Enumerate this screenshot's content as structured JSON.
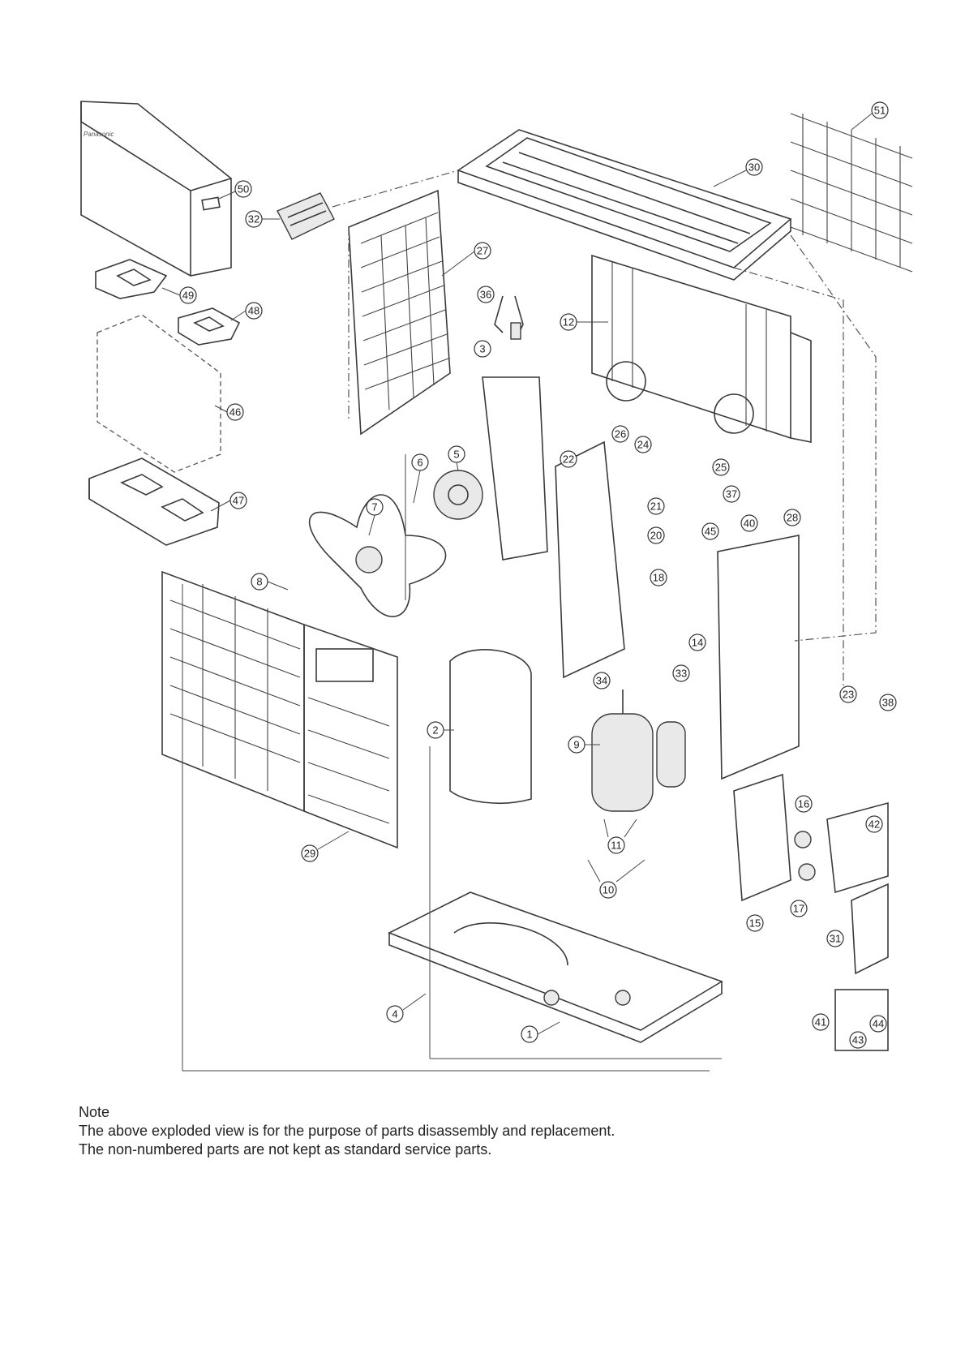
{
  "brand_text": "Panasonic",
  "callouts": [
    "1",
    "2",
    "3",
    "4",
    "5",
    "6",
    "7",
    "8",
    "9",
    "10",
    "11",
    "12",
    "14",
    "15",
    "16",
    "17",
    "18",
    "20",
    "21",
    "22",
    "23",
    "24",
    "25",
    "26",
    "27",
    "28",
    "29",
    "30",
    "31",
    "32",
    "33",
    "34",
    "36",
    "37",
    "38",
    "40",
    "41",
    "42",
    "43",
    "44",
    "45",
    "46",
    "47",
    "48",
    "49",
    "50",
    "51"
  ],
  "note": {
    "heading": "Note",
    "line1": "The above exploded view is for the purpose of parts disassembly and replacement.",
    "line2": "The non-numbered parts are not kept as standard service parts."
  }
}
